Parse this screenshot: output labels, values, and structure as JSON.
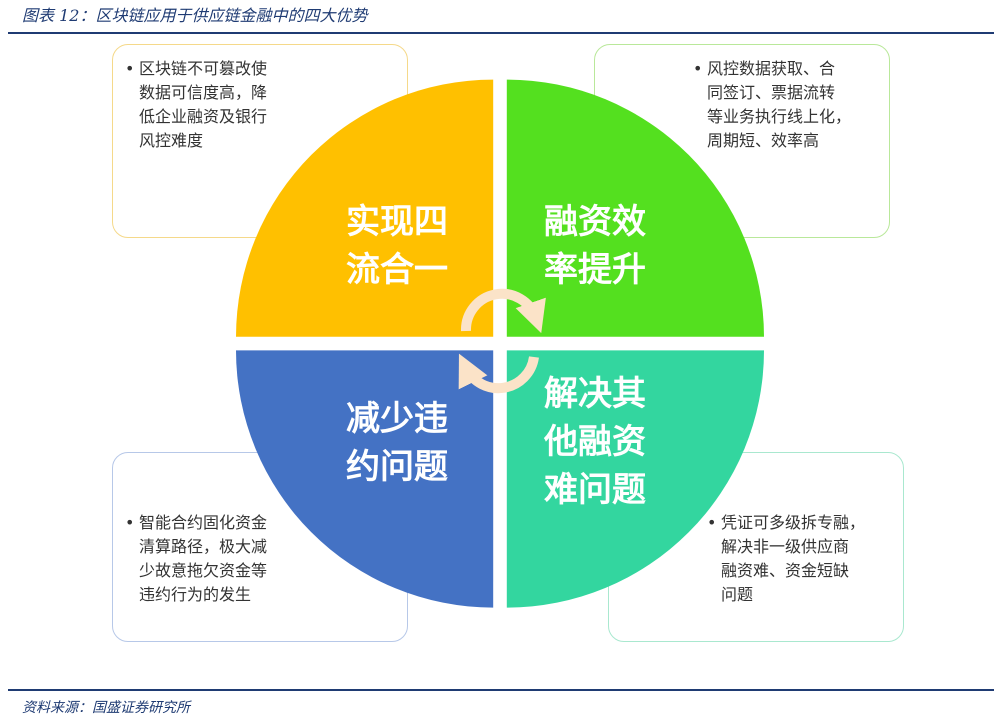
{
  "figure_title": "图表 12：区块链应用于供应链金融中的四大优势",
  "source": "资料来源：国盛证券研究所",
  "colors": {
    "rule": "#1f3b73",
    "q1": "#ffc000",
    "q2": "#54e01f",
    "q3": "#4472c4",
    "q4": "#33d69f",
    "arrow": "#fbe3c8"
  },
  "quadrants": [
    {
      "id": "tl",
      "label": "实现四\n流合一"
    },
    {
      "id": "tr",
      "label": "融资效\n率提升"
    },
    {
      "id": "bl",
      "label": "减少违\n约问题"
    },
    {
      "id": "br",
      "label": "解决其\n他融资\n难问题"
    }
  ],
  "notes": [
    {
      "id": "tl",
      "bullet": "•",
      "text": "区块链不可篡改使\n数据可信度高，降\n低企业融资及银行\n风控难度"
    },
    {
      "id": "tr",
      "bullet": "•",
      "text": "风控数据获取、合\n同签订、票据流转\n等业务执行线上化，\n周期短、效率高"
    },
    {
      "id": "bl",
      "bullet": "•",
      "text": "智能合约固化资金\n清算路径，极大减\n少故意拖欠资金等\n违约行为的发生"
    },
    {
      "id": "br",
      "bullet": "•",
      "text": "凭证可多级拆专融，\n解决非一级供应商\n融资难、资金短缺\n问题"
    }
  ]
}
